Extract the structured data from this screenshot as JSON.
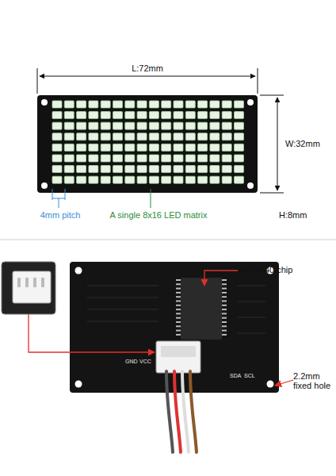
{
  "diagram": {
    "labels": [
      "L:72mm",
      "W:32mm",
      "4mm pitch",
      "A single 8x16 LED matrix",
      "H:8mm",
      "AIP1640 chip",
      "2.2mm fixed hole",
      "GND",
      "VCC",
      "SDA",
      "SCL"
    ]
  }
}
